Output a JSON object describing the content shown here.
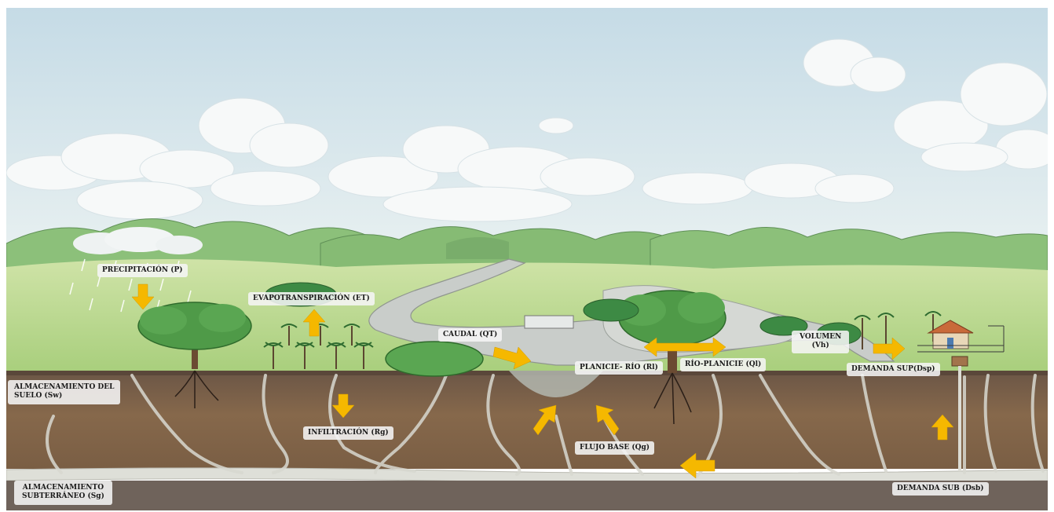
{
  "labels": {
    "precipitacion": "PRECIPITACIÓN (P)",
    "evapotranspiracion": "EVAPOTRANSPIRACIÓN (ET)",
    "caudal": "CAUDAL (QT)",
    "planicie_rio": "PLANICIE- RÍO (Rl)",
    "rio_planicie": "RÍO-PLANICIE (Ql)",
    "volumen_line1": "VOLUMEN",
    "volumen_line2": "(Vh)",
    "demanda_sup": "DEMANDA SUP(Dsp)",
    "almac_suelo_line1": "ALMACENAMIENTO DEL",
    "almac_suelo_line2": "SUELO (Sw)",
    "infiltracion": "INFILTRACIÓN (Rg)",
    "flujo_base": "FLUJO BASE (Qg)",
    "almac_subt_line1": "ALMACENAMIENTO",
    "almac_subt_line2": "SUBTERRÁNEO (Sg)",
    "demanda_sub": "DEMANDA SUB (Dsb)"
  },
  "colors": {
    "arrow": "#f5b800",
    "sky_top": "#c7dde8",
    "sky_bottom": "#e4eef0",
    "mountain": "#7fb870",
    "plain": "#b9d98f",
    "river": "#c9ccc9",
    "soil_top": "#6e5a49",
    "soil_mid": "#8a6a4a",
    "groundwater": "#d8d8d0",
    "bedrock": "#6f625a"
  },
  "icons": [
    "rain-cloud",
    "tree",
    "palm-tree",
    "house",
    "well",
    "arrow-down",
    "arrow-up",
    "arrow-right",
    "arrow-left",
    "arrow-double"
  ]
}
